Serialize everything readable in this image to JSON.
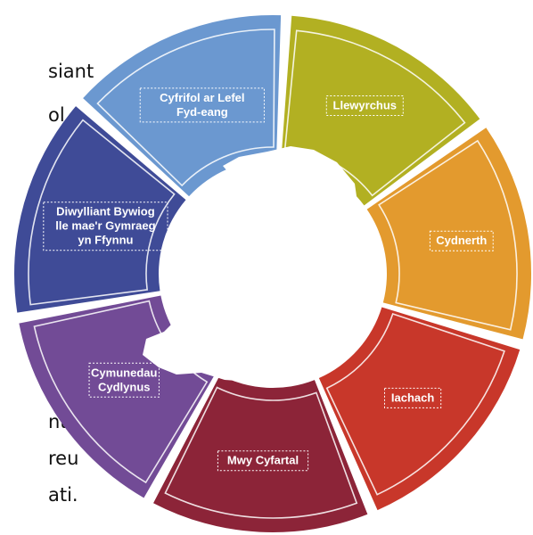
{
  "edge_text": [
    "siant",
    "ol",
    "nt",
    "reu",
    "ati."
  ],
  "wheel": {
    "segments": [
      {
        "id": "llewyrchus",
        "lines": [
          "Llewyrchus"
        ],
        "color": "#b2b022"
      },
      {
        "id": "cydnerth",
        "lines": [
          "Cydnerth"
        ],
        "color": "#e39a2e"
      },
      {
        "id": "iachach",
        "lines": [
          "Iachach"
        ],
        "color": "#c8372a"
      },
      {
        "id": "mwy-cyfartal",
        "lines": [
          "Mwy Cyfartal"
        ],
        "color": "#8c2438"
      },
      {
        "id": "cymunedau-cydlynus",
        "lines": [
          "Cymunedau",
          "Cydlynus"
        ],
        "color": "#724b96"
      },
      {
        "id": "diwylliant-bywiog",
        "lines": [
          "Diwylliant Bywiog",
          "lle mae'r Gymraeg",
          "yn Ffynnu"
        ],
        "color": "#3f4b97"
      },
      {
        "id": "cyfrifol-byd-eang",
        "lines": [
          "Cyfrifol ar Lefel",
          "Fyd-eang"
        ],
        "color": "#6b98d0"
      }
    ],
    "map_color": "#ffffff"
  }
}
